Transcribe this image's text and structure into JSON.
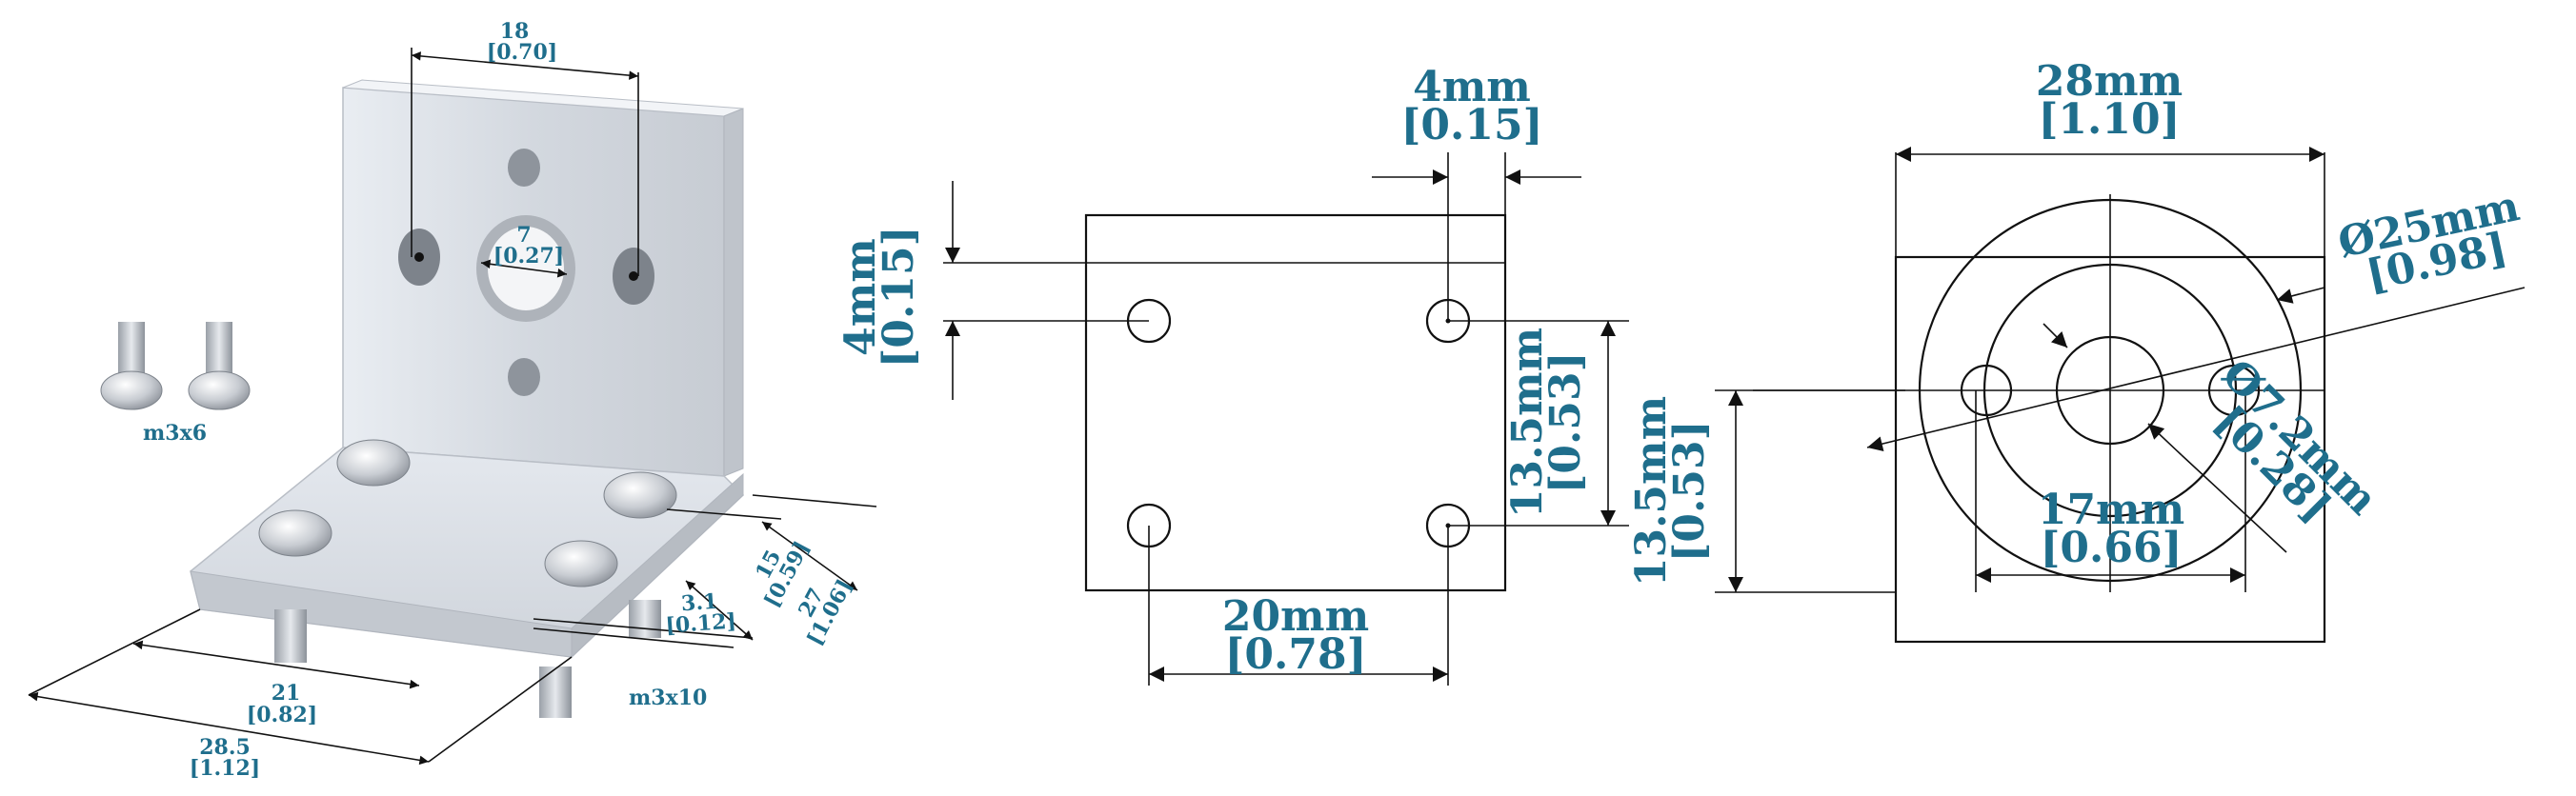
{
  "panel_iso": {
    "screws_small_label": "m3x6",
    "screws_long_label": "m3x10",
    "dims": {
      "top_width": {
        "mm": "18",
        "in": "[0.70]"
      },
      "center_hole": {
        "mm": "7",
        "in": "[0.27]"
      },
      "base_front": {
        "mm": "21",
        "in": "[0.82]"
      },
      "base_width": {
        "mm": "28.5",
        "in": "[1.12]"
      },
      "side_small": {
        "mm": "3.1",
        "in": "[0.12]"
      },
      "side_mid": {
        "mm": "15",
        "in": "[0.59]"
      },
      "side_total": {
        "mm": "27",
        "in": "[1.06]"
      }
    }
  },
  "panel_side": {
    "dims": {
      "top_offset": {
        "mm": "4mm",
        "in": "[0.15]"
      },
      "left_offset": {
        "mm": "4mm",
        "in": "[0.15]"
      },
      "hole_spacing_h": {
        "mm": "20mm",
        "in": "[0.78]"
      },
      "hole_spacing_v_inner": {
        "mm": "13.5mm",
        "in": "[0.53]"
      },
      "hole_spacing_v_outer": {
        "mm": "13.5mm",
        "in": "[0.53]"
      }
    }
  },
  "panel_front": {
    "dims": {
      "width": {
        "mm": "28mm",
        "in": "[1.10]"
      },
      "outer_circle": {
        "mm": "Ø25mm",
        "in": "[0.98]"
      },
      "inner_circle": {
        "mm": "Ø7.2mm",
        "in": "[0.28]"
      },
      "hole_spacing": {
        "mm": "17mm",
        "in": "[0.66]"
      }
    }
  },
  "colors": {
    "dimension_text": "#1f6e8c",
    "line": "#111111",
    "metal": "#d9dde3"
  }
}
